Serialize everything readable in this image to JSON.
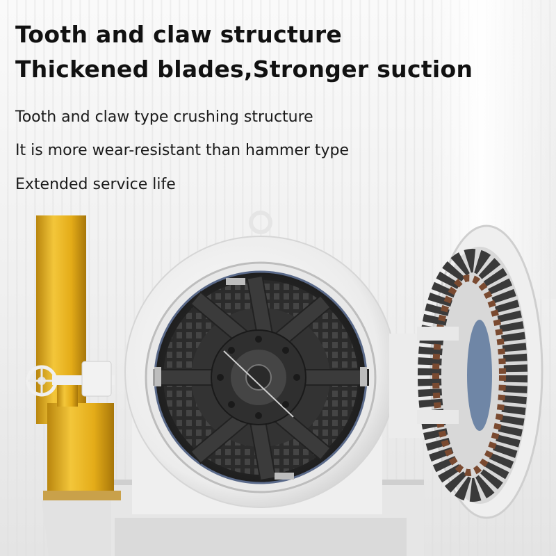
{
  "headline": {
    "line1": "Tooth and claw structure",
    "line2": "Thickened blades,Stronger suction"
  },
  "features": [
    "Tooth and claw type crushing structure",
    "It is more wear-resistant than hammer type",
    "Extended service life"
  ],
  "colors": {
    "text": "#111111",
    "pipe": "#e8b21c",
    "machine_body": "#f2f2f2",
    "teeth": "#3a3a3a",
    "rust": "#7a4a30"
  }
}
